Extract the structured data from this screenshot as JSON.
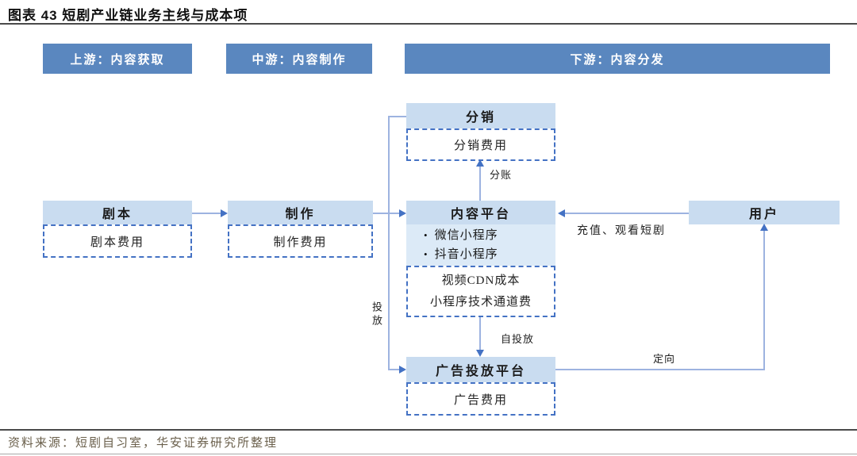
{
  "title": "图表 43 短剧产业链业务主线与成本项",
  "source": "资料来源：短剧自习室，华安证券研究所整理",
  "colors": {
    "stage_header_bg": "#5a87bf",
    "node_header_bg": "#c9dcf0",
    "bullet_area_bg": "#dceaf7",
    "dashed_border": "#4472c4",
    "line": "#9db3e0",
    "arrowhead": "#4472c4",
    "source_text": "#6b604c"
  },
  "stage_headers": {
    "upstream": "上游：内容获取",
    "midstream": "中游：内容制作",
    "downstream": "下游：内容分发"
  },
  "nodes": {
    "script": {
      "label": "剧本",
      "cost": "剧本费用"
    },
    "production": {
      "label": "制作",
      "cost": "制作费用"
    },
    "distribution": {
      "label": "分销",
      "cost": "分销费用"
    },
    "content_platform": {
      "label": "内容平台",
      "bullet_icon": "•",
      "bullets": [
        "微信小程序",
        "抖音小程序"
      ],
      "costs": [
        "视频CDN成本",
        "小程序技术通道费"
      ]
    },
    "ad_platform": {
      "label": "广告投放平台",
      "cost": "广告费用"
    },
    "user": {
      "label": "用户"
    }
  },
  "edge_labels": {
    "revenue_share": "分账",
    "recharge_watch": "充值、观看短剧",
    "placement": "投放",
    "self_placement": "自投放",
    "targeting": "定向"
  }
}
